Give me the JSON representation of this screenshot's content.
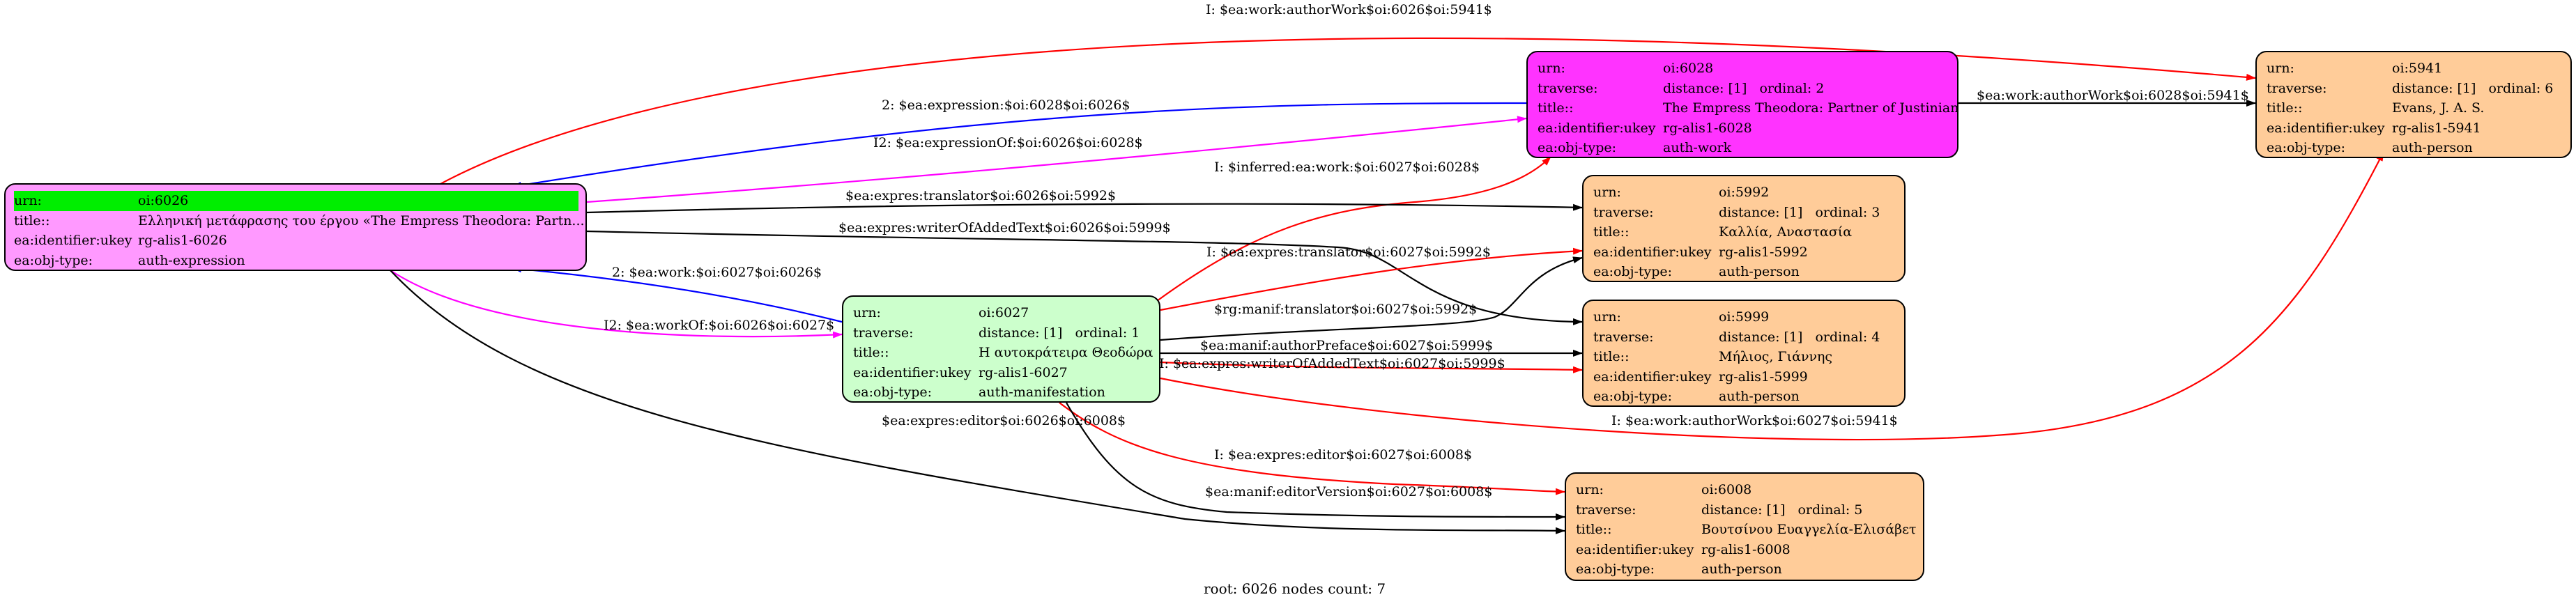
{
  "footer": "root: 6026 nodes count: 7",
  "colors": {
    "root": "#ff99ff",
    "work": "#ff33ff",
    "manifestation": "#ccffcc",
    "person": "#ffcc99",
    "highlight": "#00ee00"
  },
  "nodes": {
    "n6026": {
      "urn_key": "urn:",
      "urn": "oi:6026",
      "title_key": "title::",
      "title": "Ελληνική μετάφρασης του έργου «The Empress Theodora: Partn...",
      "ukey_key": "ea:identifier:ukey",
      "ukey": "rg-alis1-6026",
      "type_key": "ea:obj-type:",
      "type": "auth-expression"
    },
    "n6028": {
      "urn_key": "urn:",
      "urn": "oi:6028",
      "traverse_key": "traverse:",
      "distance": "distance: [1]",
      "ordinal": "ordinal: 2",
      "title_key": "title::",
      "title": "The Empress Theodora: Partner of Justinian",
      "ukey_key": "ea:identifier:ukey",
      "ukey": "rg-alis1-6028",
      "type_key": "ea:obj-type:",
      "type": "auth-work"
    },
    "n5941": {
      "urn_key": "urn:",
      "urn": "oi:5941",
      "traverse_key": "traverse:",
      "distance": "distance: [1]",
      "ordinal": "ordinal: 6",
      "title_key": "title::",
      "title": "Evans, J. A. S.",
      "ukey_key": "ea:identifier:ukey",
      "ukey": "rg-alis1-5941",
      "type_key": "ea:obj-type:",
      "type": "auth-person"
    },
    "n5992": {
      "urn_key": "urn:",
      "urn": "oi:5992",
      "traverse_key": "traverse:",
      "distance": "distance: [1]",
      "ordinal": "ordinal: 3",
      "title_key": "title::",
      "title": "Καλλία, Αναστασία",
      "ukey_key": "ea:identifier:ukey",
      "ukey": "rg-alis1-5992",
      "type_key": "ea:obj-type:",
      "type": "auth-person"
    },
    "n5999": {
      "urn_key": "urn:",
      "urn": "oi:5999",
      "traverse_key": "traverse:",
      "distance": "distance: [1]",
      "ordinal": "ordinal: 4",
      "title_key": "title::",
      "title": "Μήλιος, Γιάννης",
      "ukey_key": "ea:identifier:ukey",
      "ukey": "rg-alis1-5999",
      "type_key": "ea:obj-type:",
      "type": "auth-person"
    },
    "n6027": {
      "urn_key": "urn:",
      "urn": "oi:6027",
      "traverse_key": "traverse:",
      "distance": "distance: [1]",
      "ordinal": "ordinal: 1",
      "title_key": "title::",
      "title": "Η αυτοκράτειρα Θεοδώρα",
      "ukey_key": "ea:identifier:ukey",
      "ukey": "rg-alis1-6027",
      "type_key": "ea:obj-type:",
      "type": "auth-manifestation"
    },
    "n6008": {
      "urn_key": "urn:",
      "urn": "oi:6008",
      "traverse_key": "traverse:",
      "distance": "distance: [1]",
      "ordinal": "ordinal: 5",
      "title_key": "title::",
      "title": "Βουτσίνου Ευαγγελία-Ελισάβετ",
      "ukey_key": "ea:identifier:ukey",
      "ukey": "rg-alis1-6008",
      "type_key": "ea:obj-type:",
      "type": "auth-person"
    }
  },
  "edge_labels": {
    "e1": "I: $ea:work:authorWork$oi:6026$oi:5941$",
    "e2": "2: $ea:expression:$oi:6028$oi:6026$",
    "e3": "I2: $ea:expressionOf:$oi:6026$oi:6028$",
    "e4": "$ea:work:authorWork$oi:6028$oi:5941$",
    "e5": "I: $inferred:ea:work:$oi:6027$oi:6028$",
    "e6": "$ea:expres:translator$oi:6026$oi:5992$",
    "e7": "$ea:expres:writerOfAddedText$oi:6026$oi:5999$",
    "e8": "I: $ea:expres:translator$oi:6027$oi:5992$",
    "e9": "2: $ea:work:$oi:6027$oi:6026$",
    "e10": "$rg:manif:translator$oi:6027$oi:5992$",
    "e11": "I2: $ea:workOf:$oi:6026$oi:6027$",
    "e12": "$ea:manif:authorPreface$oi:6027$oi:5999$",
    "e13": "I: $ea:expres:writerOfAddedText$oi:6027$oi:5999$",
    "e14": "I: $ea:work:authorWork$oi:6027$oi:5941$",
    "e15": "$ea:expres:editor$oi:6026$oi:6008$",
    "e16": "I: $ea:expres:editor$oi:6027$oi:6008$",
    "e17": "$ea:manif:editorVersion$oi:6027$oi:6008$"
  }
}
